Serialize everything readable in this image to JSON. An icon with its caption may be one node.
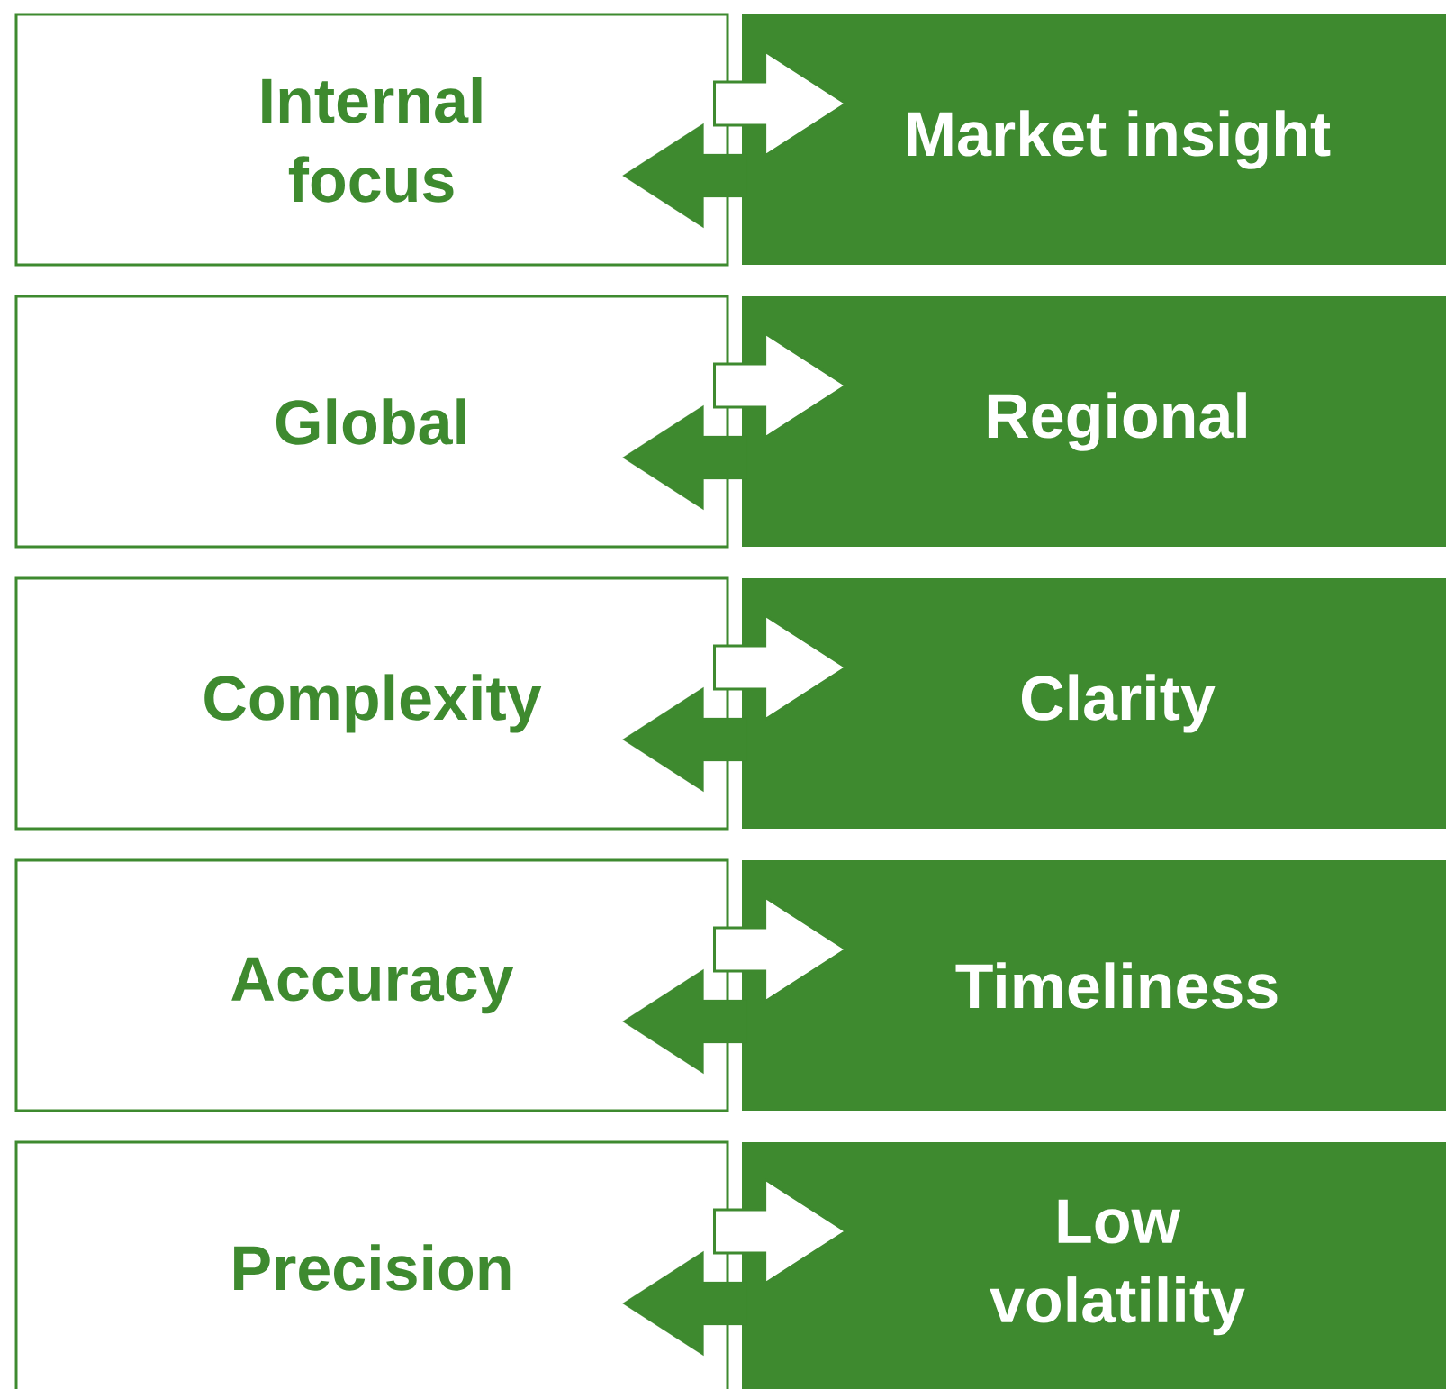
{
  "diagram": {
    "nodes": [
      {
        "text": [
          "Internal focus"
        ]
      },
      {
        "text": [
          "Market insight"
        ]
      },
      {
        "text": [
          "Global"
        ]
      },
      {
        "text": [
          "Regional"
        ]
      },
      {
        "text": [
          "Complexity"
        ]
      },
      {
        "text": [
          "Clarity"
        ]
      },
      {
        "text": [
          "Accuracy"
        ]
      },
      {
        "text": [
          "Timeliness"
        ]
      },
      {
        "text": [
          "Precision"
        ]
      },
      {
        "text": [
          "Low volatility"
        ]
      }
    ],
    "edges": [
      {
        "from": 0,
        "to": 1,
        "arrow": "to"
      },
      {
        "from": 1,
        "to": 0,
        "arrow": "to"
      },
      {
        "from": 2,
        "to": 3,
        "arrow": "to"
      },
      {
        "from": 3,
        "to": 2,
        "arrow": "to"
      },
      {
        "from": 4,
        "to": 5,
        "arrow": "to"
      },
      {
        "from": 5,
        "to": 4,
        "arrow": "to"
      },
      {
        "from": 6,
        "to": 7,
        "arrow": "to"
      },
      {
        "from": 7,
        "to": 6,
        "arrow": "to"
      },
      {
        "from": 8,
        "to": 9,
        "arrow": "to"
      },
      {
        "from": 9,
        "to": 8,
        "arrow": "to"
      }
    ]
  }
}
